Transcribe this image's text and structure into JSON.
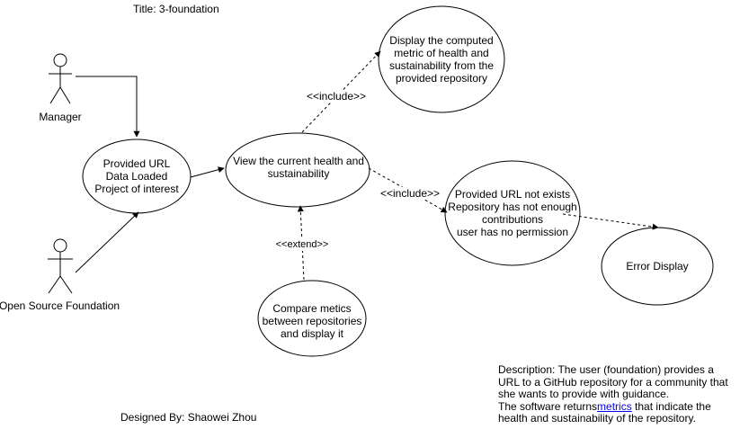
{
  "title": "Title: 3-foundation",
  "actors": {
    "manager": "Manager",
    "foundation": "Open Source Foundation"
  },
  "use_cases": {
    "provided_url": "Provided URL\nData Loaded\nProject of interest",
    "view_health": "View the current health and\nsustainability",
    "display_metric": "Display the computed\nmetric of health and\nsustainability from the\nprovided repository",
    "url_errors": "Provided URL not exists\nRepository has not enough\ncontributions\nuser has no permission",
    "error_display": "Error Display",
    "compare": "Compare metics\nbetween repositories\nand display it"
  },
  "relations": {
    "include_top": "<<include>>",
    "include_right": "<<include>>",
    "extend": "<<extend>>"
  },
  "designer": "Designed By: Shaowei Zhou",
  "description": {
    "line1": "Description: The user (foundation) provides a URL to a GitHub repository for a community that she wants to provide with guidance.",
    "line2_pre": "The software returns",
    "line2_link": "metrics",
    "line2_post": " that indicate the health and sustainability of the repository."
  }
}
